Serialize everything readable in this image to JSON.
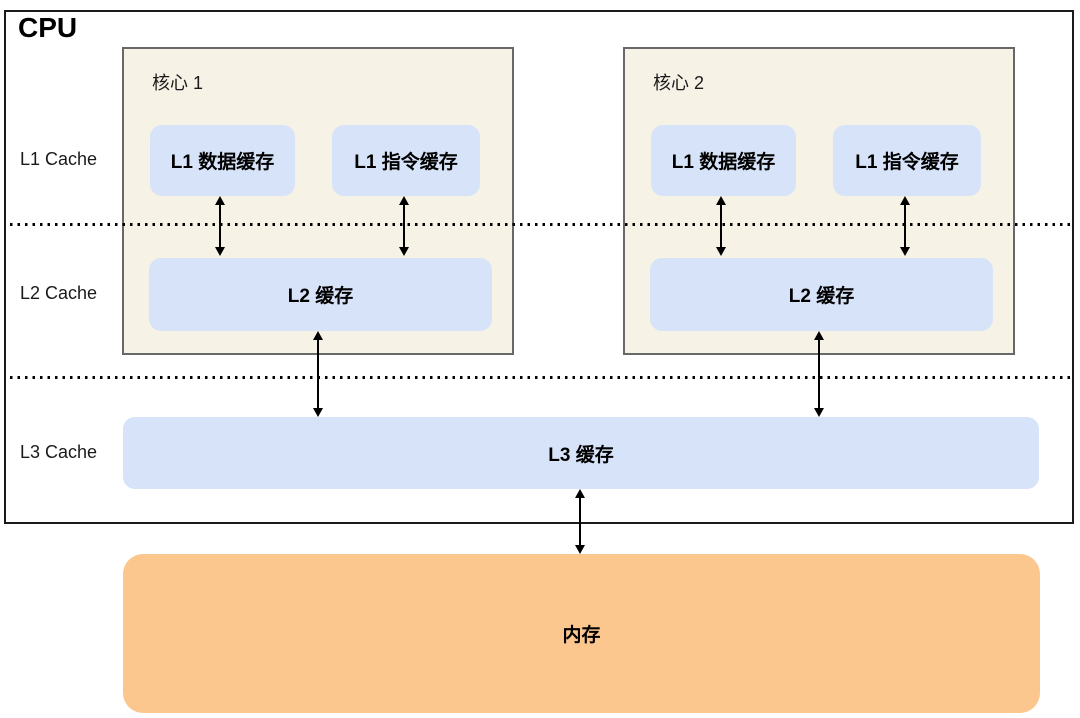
{
  "cpu": {
    "title": "CPU"
  },
  "row_labels": [
    "L1 Cache",
    "L2 Cache",
    "L3 Cache"
  ],
  "cores": [
    {
      "title": "核心 1",
      "l1_data": "L1 数据缓存",
      "l1_instr": "L1 指令缓存",
      "l2": "L2 缓存"
    },
    {
      "title": "核心 2",
      "l1_data": "L1 数据缓存",
      "l1_instr": "L1 指令缓存",
      "l2": "L2 缓存"
    }
  ],
  "l3": {
    "label": "L3 缓存"
  },
  "memory": {
    "label": "内存"
  },
  "colors": {
    "cache_blue": "#d7e3f8",
    "core_cream": "#f7f2e6",
    "memory_orange": "#fcc78f",
    "core_border": "#686868",
    "cpu_border": "#1a1a1a",
    "text": "#000000"
  }
}
